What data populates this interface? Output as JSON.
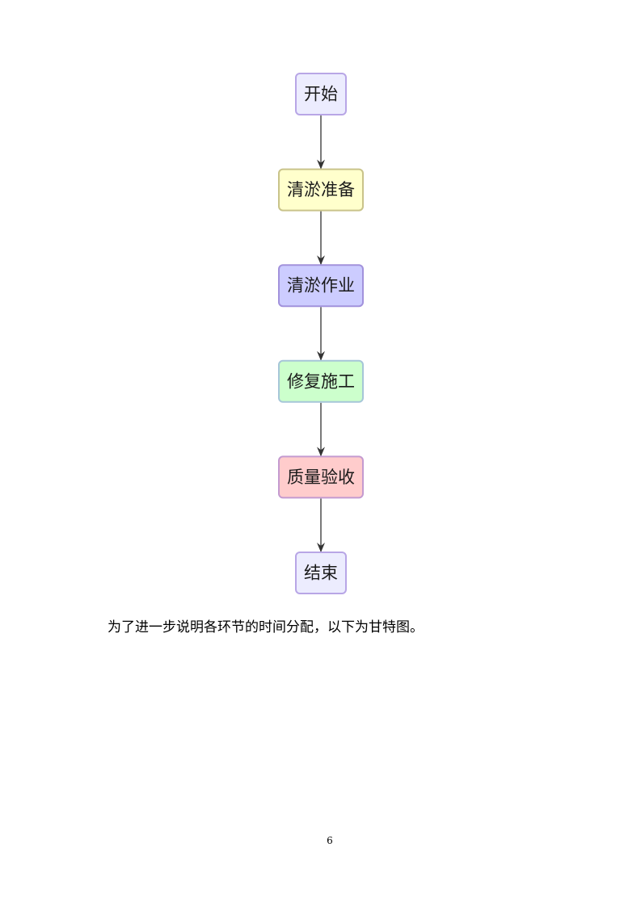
{
  "flowchart": {
    "nodes": [
      {
        "id": "start",
        "label": "开始",
        "fill": "#ececfe",
        "stroke": "#b8a6e6"
      },
      {
        "id": "prepare",
        "label": "清淤准备",
        "fill": "#ffffcc",
        "stroke": "#c9c38a"
      },
      {
        "id": "dredge",
        "label": "清淤作业",
        "fill": "#ccccff",
        "stroke": "#a292dc"
      },
      {
        "id": "repair",
        "label": "修复施工",
        "fill": "#ccffcc",
        "stroke": "#a6c6d8"
      },
      {
        "id": "inspect",
        "label": "质量验收",
        "fill": "#ffcccc",
        "stroke": "#c49ad0"
      },
      {
        "id": "end",
        "label": "结束",
        "fill": "#ececfe",
        "stroke": "#b8a6e6"
      }
    ],
    "edges": [
      {
        "from": "start",
        "to": "prepare"
      },
      {
        "from": "prepare",
        "to": "dredge"
      },
      {
        "from": "dredge",
        "to": "repair"
      },
      {
        "from": "repair",
        "to": "inspect"
      },
      {
        "from": "inspect",
        "to": "end"
      }
    ],
    "edge_color": "#333333"
  },
  "caption": "为了进一步说明各环节的时间分配，以下为甘特图。",
  "page_number": "6"
}
